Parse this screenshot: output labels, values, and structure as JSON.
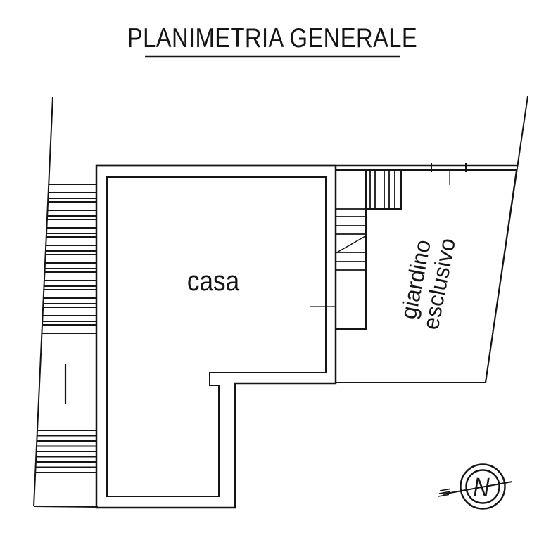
{
  "title": {
    "text": "PLANIMETRIA GENERALE"
  },
  "plan": {
    "house_label": "casa",
    "garden_label_line1": "giardino",
    "garden_label_line2": "esclusivo",
    "compass_north_label": "N"
  },
  "colors": {
    "house_fill": "#FAF5A0",
    "garden_fill": "#7DEE8F",
    "entrance_arrow": "#F15B3C",
    "ink": "#151515",
    "title_underline": "#8C8C8C",
    "background": "#FFFFFF"
  },
  "icons": {
    "garden_entrance": "entrance-arrow-down-icon",
    "house_entrance": "entrance-arrow-left-icon",
    "stairs_direction": "stairs-up-arrow-icon",
    "compass": "north-compass-icon"
  }
}
